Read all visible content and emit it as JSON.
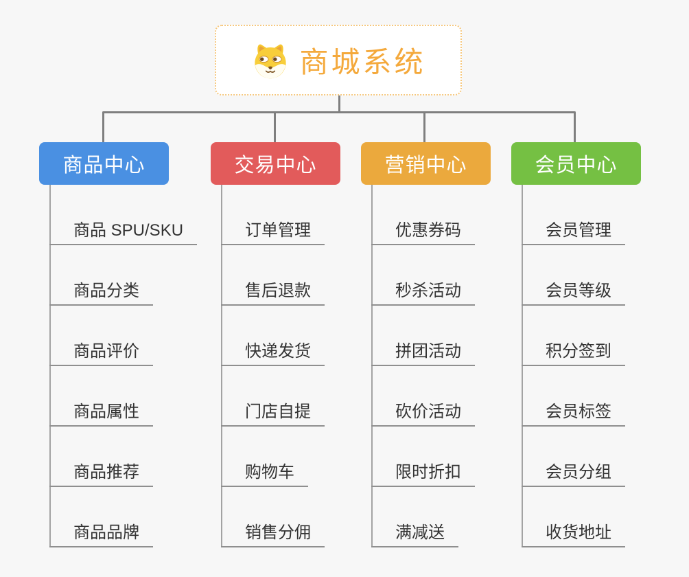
{
  "root": {
    "title": "商城系统",
    "icon": "dog-face-icon"
  },
  "branches": [
    {
      "label": "商品中心",
      "color": "#4A90E2",
      "items": [
        "商品 SPU/SKU",
        "商品分类",
        "商品评价",
        "商品属性",
        "商品推荐",
        "商品品牌"
      ]
    },
    {
      "label": "交易中心",
      "color": "#E25B5B",
      "items": [
        "订单管理",
        "售后退款",
        "快递发货",
        "门店自提",
        "购物车",
        "销售分佣"
      ]
    },
    {
      "label": "营销中心",
      "color": "#EBA93D",
      "items": [
        "优惠券码",
        "秒杀活动",
        "拼团活动",
        "砍价活动",
        "限时折扣",
        "满减送"
      ]
    },
    {
      "label": "会员中心",
      "color": "#75C043",
      "items": [
        "会员管理",
        "会员等级",
        "积分签到",
        "会员标签",
        "会员分组",
        "收货地址"
      ]
    }
  ],
  "colors": {
    "background": "#F7F7F7",
    "connector": "#7F7F7F",
    "trunk": "#A3A3A3",
    "underline": "#8F8F8F",
    "item_text": "#333333",
    "root_text": "#F4A93C",
    "root_border": "#F6C87E"
  }
}
